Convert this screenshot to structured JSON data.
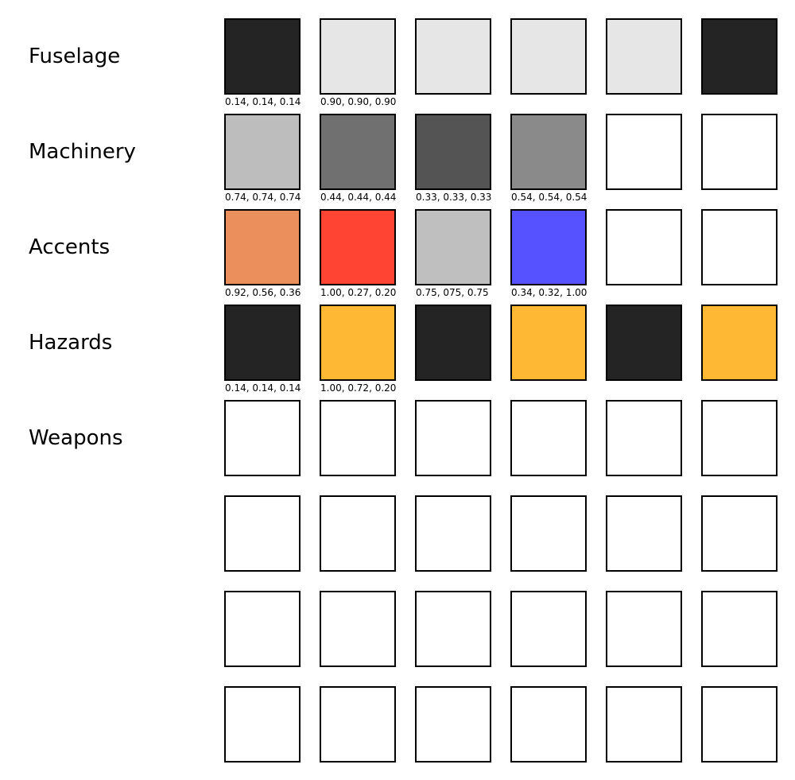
{
  "rows": [
    {
      "label": "Fuselage",
      "swatches": [
        {
          "color": "#242424",
          "caption": "0.14, 0.14, 0.14"
        },
        {
          "color": "#e6e6e6",
          "caption": "0.90, 0.90, 0.90"
        },
        {
          "color": "#e6e6e6",
          "caption": ""
        },
        {
          "color": "#e6e6e6",
          "caption": ""
        },
        {
          "color": "#e6e6e6",
          "caption": ""
        },
        {
          "color": "#242424",
          "caption": ""
        }
      ]
    },
    {
      "label": "Machinery",
      "swatches": [
        {
          "color": "#bdbdbd",
          "caption": "0.74, 0.74, 0.74"
        },
        {
          "color": "#707070",
          "caption": "0.44, 0.44, 0.44"
        },
        {
          "color": "#545454",
          "caption": "0.33, 0.33, 0.33"
        },
        {
          "color": "#8a8a8a",
          "caption": "0.54, 0.54, 0.54"
        },
        {
          "color": "#ffffff",
          "caption": ""
        },
        {
          "color": "#ffffff",
          "caption": ""
        }
      ]
    },
    {
      "label": "Accents",
      "swatches": [
        {
          "color": "#eb8f5c",
          "caption": "0.92, 0.56, 0.36"
        },
        {
          "color": "#ff4433",
          "caption": "1.00, 0.27, 0.20"
        },
        {
          "color": "#bfbfbf",
          "caption": "0.75, 075, 0.75"
        },
        {
          "color": "#5752ff",
          "caption": "0.34, 0.32, 1.00"
        },
        {
          "color": "#ffffff",
          "caption": ""
        },
        {
          "color": "#ffffff",
          "caption": ""
        }
      ]
    },
    {
      "label": "Hazards",
      "swatches": [
        {
          "color": "#242424",
          "caption": "0.14, 0.14, 0.14"
        },
        {
          "color": "#ffb833",
          "caption": "1.00, 0.72, 0.20"
        },
        {
          "color": "#242424",
          "caption": ""
        },
        {
          "color": "#ffb833",
          "caption": ""
        },
        {
          "color": "#242424",
          "caption": ""
        },
        {
          "color": "#ffb833",
          "caption": ""
        }
      ]
    },
    {
      "label": "Weapons",
      "swatches": [
        {
          "color": "#ffffff",
          "caption": ""
        },
        {
          "color": "#ffffff",
          "caption": ""
        },
        {
          "color": "#ffffff",
          "caption": ""
        },
        {
          "color": "#ffffff",
          "caption": ""
        },
        {
          "color": "#ffffff",
          "caption": ""
        },
        {
          "color": "#ffffff",
          "caption": ""
        }
      ]
    },
    {
      "label": "",
      "swatches": [
        {
          "color": "#ffffff",
          "caption": ""
        },
        {
          "color": "#ffffff",
          "caption": ""
        },
        {
          "color": "#ffffff",
          "caption": ""
        },
        {
          "color": "#ffffff",
          "caption": ""
        },
        {
          "color": "#ffffff",
          "caption": ""
        },
        {
          "color": "#ffffff",
          "caption": ""
        }
      ]
    },
    {
      "label": "",
      "swatches": [
        {
          "color": "#ffffff",
          "caption": ""
        },
        {
          "color": "#ffffff",
          "caption": ""
        },
        {
          "color": "#ffffff",
          "caption": ""
        },
        {
          "color": "#ffffff",
          "caption": ""
        },
        {
          "color": "#ffffff",
          "caption": ""
        },
        {
          "color": "#ffffff",
          "caption": ""
        }
      ]
    },
    {
      "label": "",
      "swatches": [
        {
          "color": "#ffffff",
          "caption": ""
        },
        {
          "color": "#ffffff",
          "caption": ""
        },
        {
          "color": "#ffffff",
          "caption": ""
        },
        {
          "color": "#ffffff",
          "caption": ""
        },
        {
          "color": "#ffffff",
          "caption": ""
        },
        {
          "color": "#ffffff",
          "caption": ""
        }
      ]
    }
  ]
}
